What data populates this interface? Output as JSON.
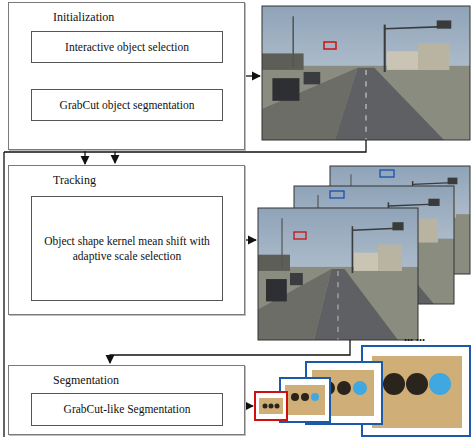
{
  "diagram": {
    "nodes": [
      {
        "text": [
          "Initialization"
        ]
      },
      {
        "text": [
          "Interactive object selection"
        ],
        "in": 0
      },
      {
        "text": [
          "GrabCut object segmentation"
        ],
        "in": 0
      },
      {
        "text": [
          "Tracking"
        ]
      },
      {
        "text": [
          "Object shape kernel mean shift with adaptive scale selection"
        ],
        "in": 3
      },
      {
        "text": [
          "Segmentation"
        ]
      },
      {
        "text": [
          "GrabCut-like Segmentation"
        ],
        "in": 5
      }
    ],
    "edges": [
      {
        "from": 0,
        "to": 3,
        "arrow": "to"
      }
    ],
    "labels": [
      "... ..."
    ]
  }
}
